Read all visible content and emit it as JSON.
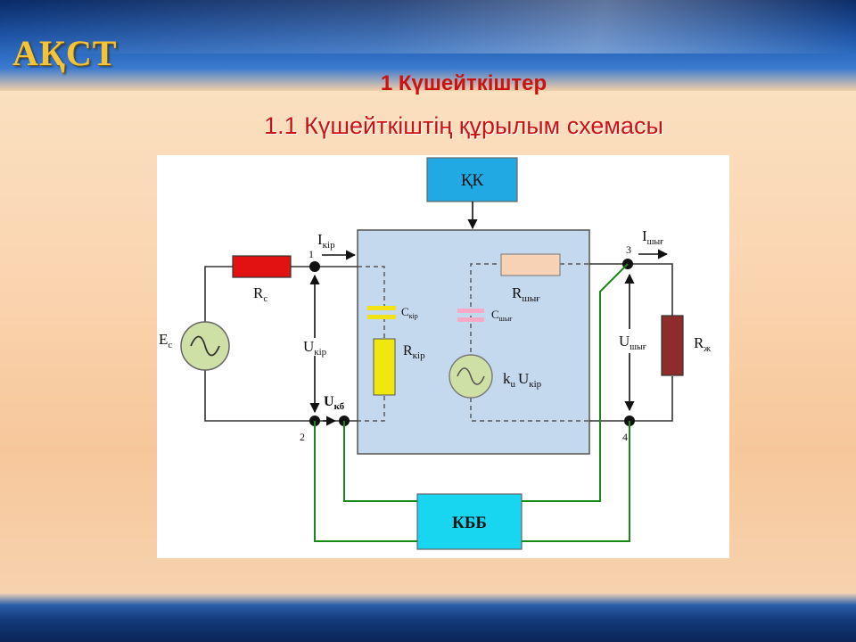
{
  "slide": {
    "logo": "АҚСТ",
    "title": "1 Күшейткіштер",
    "subtitle": "1.1 Күшейткіштің құрылым схемасы"
  },
  "diagram": {
    "kk_box": "ҚК",
    "kbb_box": "КББ",
    "rc": "R",
    "rc_sub": "c",
    "ec": "E",
    "ec_sub": "c",
    "i_in": "I",
    "i_in_sub": "кір",
    "u_in": "U",
    "u_in_sub": "кір",
    "u_kb": "U",
    "u_kb_sub": "кб",
    "c_in": "C",
    "c_in_sub": "кір",
    "r_in": "R",
    "r_in_sub": "кір",
    "c_out": "C",
    "c_out_sub": "шығ",
    "r_out": "R",
    "r_out_sub": "шығ",
    "ku_k": "k",
    "ku_k_sub": "u",
    "ku_u": "U",
    "ku_u_sub": "кір",
    "i_out": "I",
    "i_out_sub": "шығ",
    "u_out": "U",
    "u_out_sub": "шығ",
    "rzh": "R",
    "rzh_sub": "ж",
    "node1": "1",
    "node2": "2",
    "node3": "3",
    "node4": "4"
  },
  "colors": {
    "title_red": "#cc1111",
    "logo_gold": "#f3c33b",
    "amp_block": "#c5d9ee",
    "kk_block": "#20a9e3",
    "kbb_block": "#19d6f0",
    "rc_red": "#e31212",
    "rzh_brown": "#8e2b2b",
    "r_in_yellow": "#f0e711",
    "c_in_yellow": "#f2e316",
    "r_out_peach": "#f7d2b5",
    "c_out_pink": "#f5aac8",
    "source_green": "#cfe0a6",
    "feedback_green": "#158a15"
  }
}
